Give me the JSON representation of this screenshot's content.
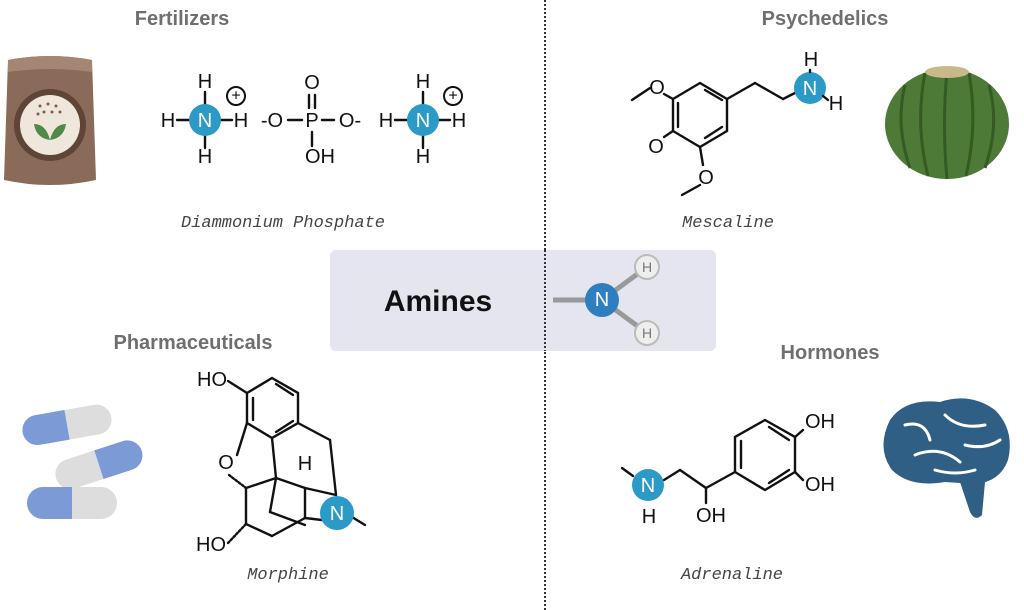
{
  "center": {
    "title": "Amines",
    "model_atoms": [
      "N",
      "H",
      "H"
    ]
  },
  "sections": {
    "fertilizers": {
      "title": "Fertilizers",
      "caption": "Diammonium Phosphate"
    },
    "psychedelics": {
      "title": "Psychedelics",
      "caption": "Mescaline"
    },
    "pharmaceuticals": {
      "title": "Pharmaceuticals",
      "caption": "Morphine"
    },
    "hormones": {
      "title": "Hormones",
      "caption": "Adrenaline"
    }
  },
  "molecules": {
    "dap": {
      "atoms": [
        "H",
        "H",
        "N",
        "H",
        "H",
        "+",
        "O",
        "-O",
        "P",
        "O-",
        "OH",
        "H",
        "H",
        "N",
        "H",
        "H",
        "+"
      ]
    },
    "mescaline": {
      "atoms": [
        "O",
        "O",
        "O",
        "N",
        "H",
        "H"
      ]
    },
    "morphine": {
      "atoms": [
        "HO",
        "O",
        "H",
        "N",
        "HO"
      ]
    },
    "adrenaline": {
      "atoms": [
        "N",
        "H",
        "OH",
        "OH",
        "OH"
      ]
    }
  },
  "colors": {
    "nitrogen": "#2b9ac6",
    "box": "#e4e5ee",
    "title": "#6f6f6f"
  }
}
